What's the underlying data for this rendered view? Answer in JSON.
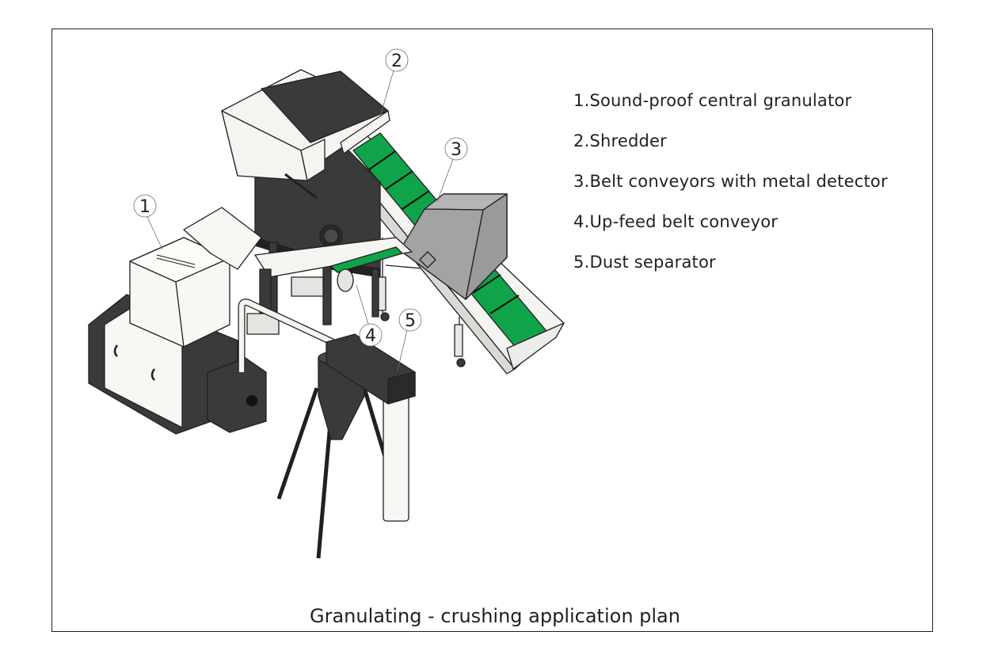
{
  "diagram": {
    "title": "Granulating - crushing application plan",
    "legend": [
      {
        "number": "1",
        "label": "Sound-proof central granulator"
      },
      {
        "number": "2",
        "label": "Shredder"
      },
      {
        "number": "3",
        "label": "Belt conveyors with metal detector"
      },
      {
        "number": "4",
        "label": "Up-feed belt conveyor"
      },
      {
        "number": "5",
        "label": "Dust separator"
      }
    ],
    "callouts": [
      "1",
      "2",
      "3",
      "4",
      "5"
    ],
    "colors": {
      "belt_green": "#0fa44a",
      "machine_dark": "#3b3a3a",
      "metal_detector_gray": "#9c9c9c",
      "panel_white": "#f7f7f3",
      "outline": "#231f20"
    }
  }
}
